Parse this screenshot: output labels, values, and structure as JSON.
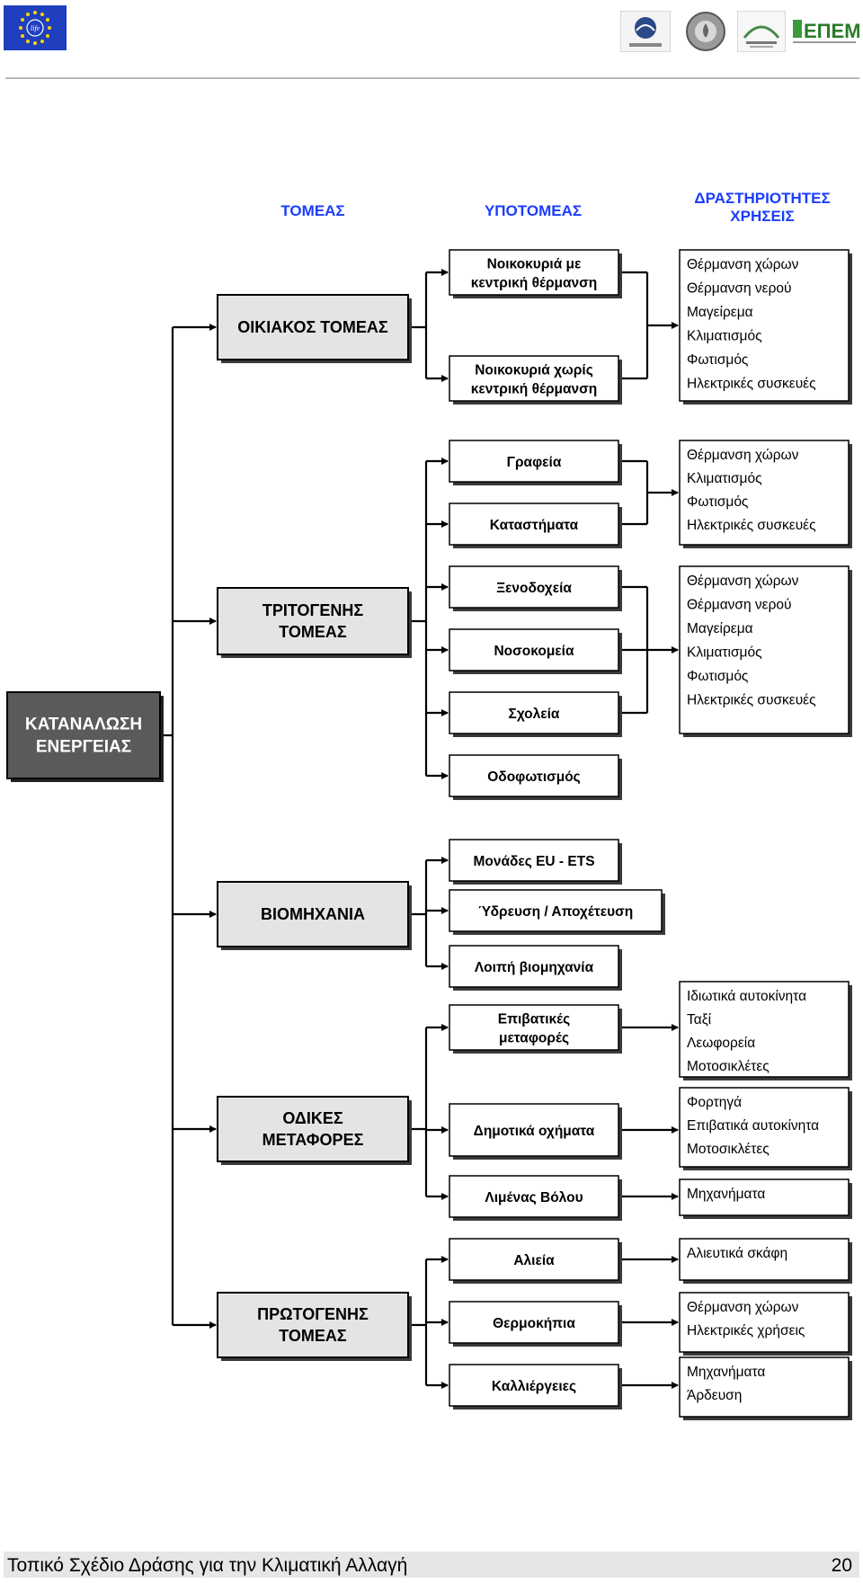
{
  "header": {
    "logos": [
      "eu-life-logo",
      "municipality-logo",
      "utility-logo",
      "agency-logo",
      "epem-logo"
    ],
    "epem_text": "ΕΠΕΜ"
  },
  "columns": {
    "sector": "ΤΟΜΕΑΣ",
    "subsector": "ΥΠΟΤΟΜΕΑΣ",
    "activities": [
      "ΔΡΑΣΤΗΡΙΟΤΗΤΕΣ",
      "ΧΡΗΣΕΙΣ"
    ]
  },
  "root": [
    "ΚΑΤΑΝΑΛΩΣΗ",
    "ΕΝΕΡΓΕΙΑΣ"
  ],
  "sectors": [
    {
      "id": "residential",
      "lines": [
        "ΟΙΚΙΑΚΟΣ ΤΟΜΕΑΣ"
      ]
    },
    {
      "id": "tertiary",
      "lines": [
        "ΤΡΙΤΟΓΕΝΗΣ",
        "ΤΟΜΕΑΣ"
      ]
    },
    {
      "id": "industry",
      "lines": [
        "ΒΙΟΜΗΧΑΝΙΑ"
      ]
    },
    {
      "id": "transport",
      "lines": [
        "ΟΔΙΚΕΣ",
        "ΜΕΤΑΦΟΡΕΣ"
      ]
    },
    {
      "id": "primary",
      "lines": [
        "ΠΡΩΤΟΓΕΝΗΣ",
        "ΤΟΜΕΑΣ"
      ]
    }
  ],
  "subsectors": [
    {
      "id": "central-heating",
      "lines": [
        "Νοικοκυριά με",
        "κεντρική θέρμανση"
      ]
    },
    {
      "id": "no-central-heating",
      "lines": [
        "Νοικοκυριά χωρίς",
        "κεντρική θέρμανση"
      ]
    },
    {
      "id": "offices",
      "lines": [
        "Γραφεία"
      ]
    },
    {
      "id": "shops",
      "lines": [
        "Καταστήματα"
      ]
    },
    {
      "id": "hotels",
      "lines": [
        "Ξενοδοχεία"
      ]
    },
    {
      "id": "hospitals",
      "lines": [
        "Νοσοκομεία"
      ]
    },
    {
      "id": "schools",
      "lines": [
        "Σχολεία"
      ]
    },
    {
      "id": "street-lighting",
      "lines": [
        "Οδοφωτισμός"
      ]
    },
    {
      "id": "eu-ets",
      "lines": [
        "Μονάδες EU - ETS"
      ]
    },
    {
      "id": "water",
      "lines": [
        "Ύδρευση / Αποχέτευση"
      ]
    },
    {
      "id": "other-industry",
      "lines": [
        "Λοιπή βιομηχανία"
      ]
    },
    {
      "id": "passenger",
      "lines": [
        "Επιβατικές",
        "μεταφορές"
      ]
    },
    {
      "id": "municipal-vehicles",
      "lines": [
        "Δημοτικά οχήματα"
      ]
    },
    {
      "id": "port",
      "lines": [
        "Λιμένας Βόλου"
      ]
    },
    {
      "id": "fishing",
      "lines": [
        "Αλιεία"
      ]
    },
    {
      "id": "greenhouses",
      "lines": [
        "Θερμοκήπια"
      ]
    },
    {
      "id": "crops",
      "lines": [
        "Καλλιέργειες"
      ]
    }
  ],
  "activities": [
    {
      "id": "act-residential",
      "lines": [
        "Θέρμανση χώρων",
        "Θέρμανση νερού",
        "Μαγείρεμα",
        "Κλιματισμός",
        "Φωτισμός",
        "Ηλεκτρικές συσκευές"
      ]
    },
    {
      "id": "act-offices",
      "lines": [
        "Θέρμανση χώρων",
        "Κλιματισμός",
        "Φωτισμός",
        "Ηλεκτρικές συσκευές"
      ]
    },
    {
      "id": "act-hotels",
      "lines": [
        "Θέρμανση χώρων",
        "Θέρμανση νερού",
        "Μαγείρεμα",
        "Κλιματισμός",
        "Φωτισμός",
        "Ηλεκτρικές συσκευές"
      ]
    },
    {
      "id": "act-passenger",
      "lines": [
        "Ιδιωτικά αυτοκίνητα",
        "Ταξί",
        "Λεωφορεία",
        "Μοτοσικλέτες"
      ]
    },
    {
      "id": "act-municipal",
      "lines": [
        "Φορτηγά",
        "Επιβατικά αυτοκίνητα",
        "Μοτοσικλέτες"
      ]
    },
    {
      "id": "act-port",
      "lines": [
        "Μηχανήματα"
      ]
    },
    {
      "id": "act-fishing",
      "lines": [
        "Αλιευτικά σκάφη"
      ]
    },
    {
      "id": "act-greenhouses",
      "lines": [
        "Θέρμανση χώρων",
        "Ηλεκτρικές χρήσεις"
      ]
    },
    {
      "id": "act-crops",
      "lines": [
        "Μηχανήματα",
        "Άρδευση"
      ]
    }
  ],
  "footer": {
    "title": "Τοπικό Σχέδιο Δράσης για την Κλιματική Αλλαγή",
    "page": "20"
  }
}
